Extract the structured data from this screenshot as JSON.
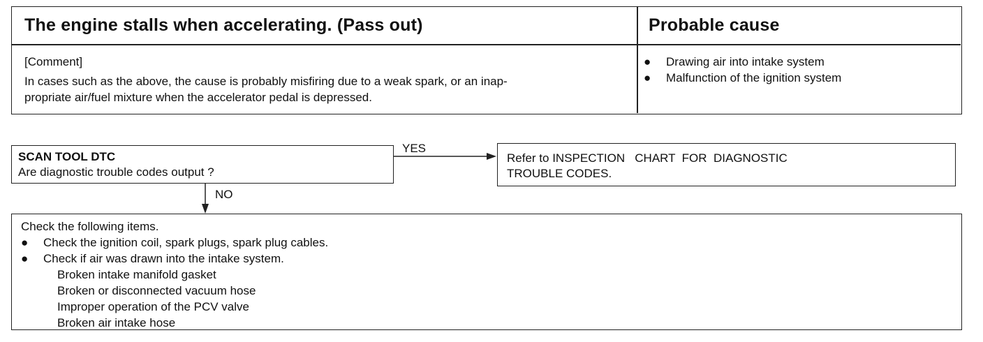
{
  "symptom": {
    "title": "The engine stalls when accelerating. (Pass out)",
    "probable_cause_header": "Probable cause",
    "comment_label": "[Comment]",
    "comment_line1": "In cases such as the above, the cause is probably misfiring due to a weak spark, or an inap-",
    "comment_line2": "propriate air/fuel mixture when the accelerator pedal is depressed.",
    "causes": [
      "Drawing air into intake system",
      "Malfunction of the ignition system"
    ]
  },
  "flow": {
    "step1_title": "SCAN TOOL DTC",
    "step1_question": "Are diagnostic trouble codes output ?",
    "yes_label": "YES",
    "no_label": "NO",
    "refer_line1": "Refer to INSPECTION   CHART  FOR  DIAGNOSTIC",
    "refer_line2": "TROUBLE CODES.",
    "check_intro": "Check the following items.",
    "check_items": [
      "Check the ignition coil, spark plugs, spark plug cables.",
      "Check if air was drawn into the intake system."
    ],
    "sub_items": [
      "Broken intake manifold gasket",
      "Broken or disconnected vacuum hose",
      "Improper operation of the PCV valve",
      "Broken air intake hose"
    ],
    "bullet": "●"
  }
}
